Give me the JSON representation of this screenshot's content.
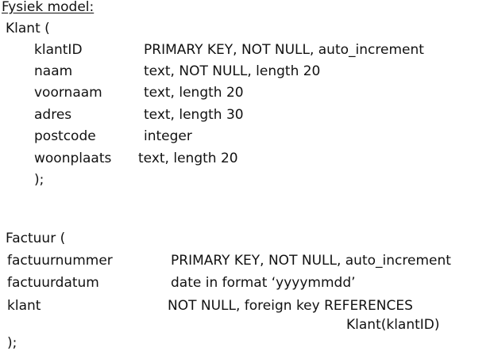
{
  "document": {
    "heading": "Fysiek model:",
    "klant": {
      "open": "Klant (",
      "rows": [
        {
          "name": "klantID",
          "spec": "PRIMARY KEY, NOT NULL, auto_increment"
        },
        {
          "name": "naam",
          "spec": "text, NOT NULL, length 20"
        },
        {
          "name": "voornaam",
          "spec": "text, length 20"
        },
        {
          "name": "adres",
          "spec": "text, length 30"
        },
        {
          "name": "postcode",
          "spec": "integer"
        },
        {
          "name": "woonplaats",
          "spec": "text, length 20"
        }
      ],
      "close": ");"
    },
    "factuur": {
      "open": "Factuur (",
      "rows": [
        {
          "name": "factuurnummer",
          "spec": "PRIMARY KEY, NOT NULL, auto_increment"
        },
        {
          "name": "factuurdatum",
          "spec": "date in format ‘yyyymmdd’"
        },
        {
          "name": "klant",
          "spec": "NOT NULL, foreign key REFERENCES",
          "spec_cont": "Klant(klantID)"
        }
      ],
      "close": ");"
    }
  }
}
